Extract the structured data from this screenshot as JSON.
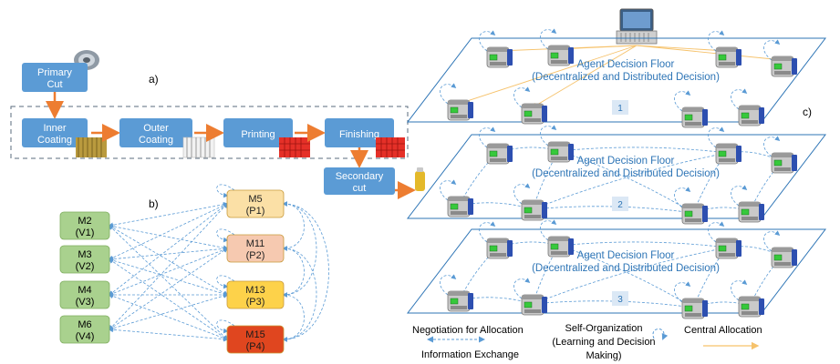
{
  "panel_a": {
    "label": "a)",
    "primary_cut": [
      "Primary",
      "Cut"
    ],
    "inner_coating": [
      "Inner",
      "Coating"
    ],
    "outer_coating": [
      "Outer",
      "Coating"
    ],
    "printing": "Printing",
    "finishing": "Finishing",
    "secondary_cut": [
      "Secondary",
      "cut"
    ]
  },
  "panel_b": {
    "label": "b)",
    "left_nodes": [
      {
        "top": "M2",
        "bottom": "(V1)"
      },
      {
        "top": "M3",
        "bottom": "(V2)"
      },
      {
        "top": "M4",
        "bottom": "(V3)"
      },
      {
        "top": "M6",
        "bottom": "(V4)"
      }
    ],
    "right_nodes": [
      {
        "top": "M5",
        "bottom": "(P1)",
        "color": "#fbe0a6"
      },
      {
        "top": "M11",
        "bottom": "(P2)",
        "color": "#f6c9b0"
      },
      {
        "top": "M13",
        "bottom": "(P3)",
        "color": "#fdd24a"
      },
      {
        "top": "M15",
        "bottom": "(P4)",
        "color": "#e0461f"
      }
    ]
  },
  "panel_c": {
    "label": "c)",
    "floors": [
      {
        "title": "Agent Decision Floor",
        "subtitle": "(Decentralized and Distributed Decision)",
        "number": "1"
      },
      {
        "title": "Agent Decision Floor",
        "subtitle": "(Decentralized and Distributed Decision)",
        "number": "2"
      },
      {
        "title": "Agent Decision Floor",
        "subtitle": "(Decentralized and Distributed Decision)",
        "number": "3"
      }
    ],
    "legend": {
      "negotiation": "Negotiation for Allocation",
      "information": "Information Exchange",
      "self_org": [
        "Self-Organization",
        "(Learning and Decision",
        "Making)"
      ],
      "central": "Central Allocation"
    }
  },
  "colors": {
    "process_blue": "#5b9bd5",
    "green_node": "#a9d18e",
    "arrow_orange": "#ed7d31",
    "dashed_blue": "#5b9bd5",
    "floor_line": "#2e75b6"
  }
}
